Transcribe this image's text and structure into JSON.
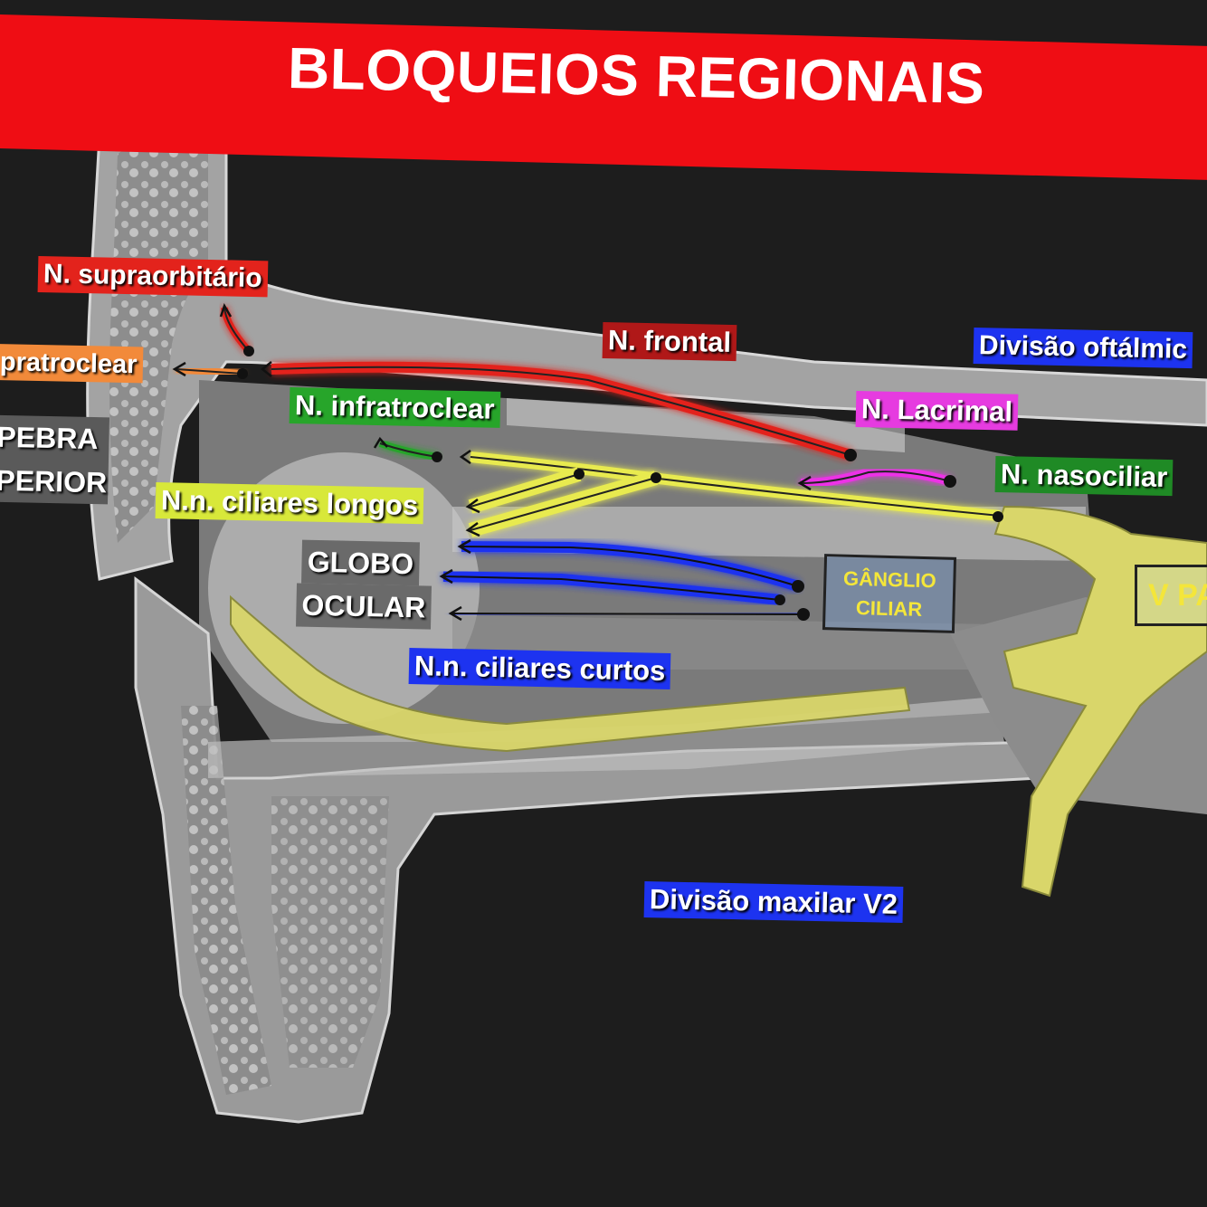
{
  "title": "BLOQUEIOS REGIONAIS",
  "labels": {
    "supraorbital": "N. supraorbitário",
    "supratroclear": "pratroclear",
    "palpebra_line1": "PEBRA",
    "palpebra_line2": "PERIOR",
    "frontal": "N. frontal",
    "divisao_oftalmica": "Divisão oftálmic",
    "infratroclear": "N. infratroclear",
    "lacrimal": "N. Lacrimal",
    "nasociliar": "N. nasociliar",
    "ciliares_longos": "N.n. ciliares longos",
    "globo_line1": "GLOBO",
    "globo_line2": "OCULAR",
    "ganglio_line1": "GÂNGLIO",
    "ganglio_line2": "CILIAR",
    "v_par": "V PA",
    "ciliares_curtos": "N.n. ciliares curtos",
    "divisao_maxilar": "Divisão maxilar V2"
  },
  "colors": {
    "banner": "#ef0d14",
    "red_nerve": "#e3231c",
    "orange_nerve": "#f28a3a",
    "green_nerve": "#27a52a",
    "yellow_nerve": "#e8ea4f",
    "blue_nerve": "#1d33f0",
    "magenta_nerve": "#ec32e6",
    "bone": "#9c9c9c",
    "ganglion_yellow": "#d9d66a"
  }
}
